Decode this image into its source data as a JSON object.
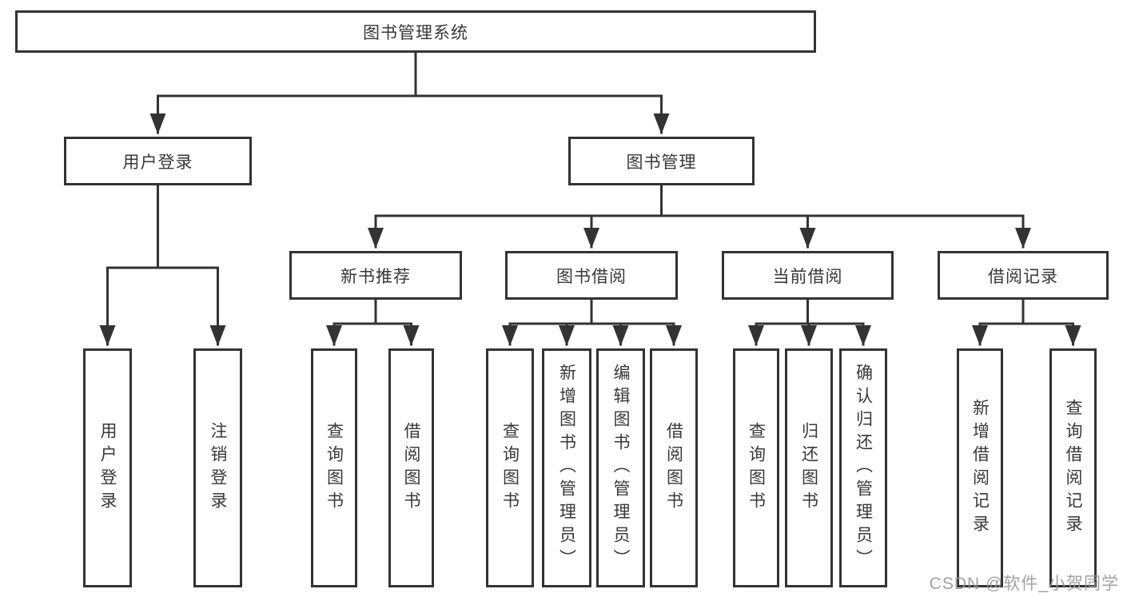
{
  "tree": {
    "label": "图书管理系统",
    "children": [
      {
        "label": "用户登录",
        "children": [
          {
            "label": "用户登录"
          },
          {
            "label": "注销登录"
          }
        ]
      },
      {
        "label": "图书管理",
        "children": [
          {
            "label": "新书推荐",
            "children": [
              {
                "label": "查询图书"
              },
              {
                "label": "借阅图书"
              }
            ]
          },
          {
            "label": "图书借阅",
            "children": [
              {
                "label": "查询图书"
              },
              {
                "label": "新增图书（管理员）"
              },
              {
                "label": "编辑图书（管理员）"
              },
              {
                "label": "借阅图书"
              }
            ]
          },
          {
            "label": "当前借阅",
            "children": [
              {
                "label": "查询图书"
              },
              {
                "label": "归还图书"
              },
              {
                "label": "确认归还（管理员）"
              }
            ]
          },
          {
            "label": "借阅记录",
            "children": [
              {
                "label": "新增借阅记录"
              },
              {
                "label": "查询借阅记录"
              }
            ]
          }
        ]
      }
    ]
  },
  "colors": {
    "line": "#333333",
    "text": "#383838",
    "background": "#ffffff",
    "watermark": "#979797"
  },
  "watermark": {
    "text": "CSDN @软件_小贺同学"
  }
}
